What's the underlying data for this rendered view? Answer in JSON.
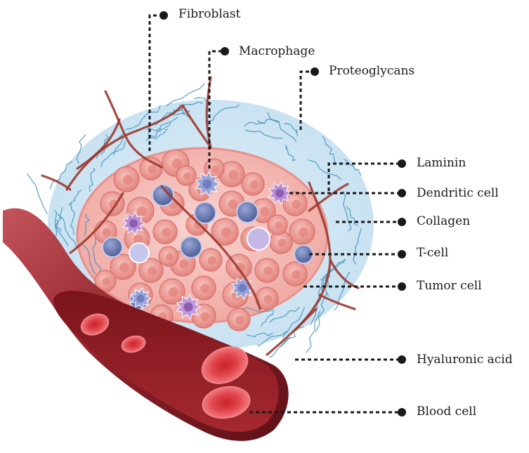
{
  "labels": {
    "fibroblast": "Fibroblast",
    "macrophage": "Macrophage",
    "proteoglycans": "Proteoglycans",
    "laminin": "Laminin",
    "dendritic_cell": "Dendritic cell",
    "collagen": "Collagen",
    "t_cell": "T-cell",
    "tumor_cell": "Tumor cell",
    "hyaluronic_acid": "Hyaluronic acid",
    "blood_cell": "Blood cell"
  },
  "colors": {
    "leader": "#1a1a1a",
    "ecm_halo": "#cfe6f3",
    "tumor_core": "#f4b9b4",
    "tumor_cell": "#e98e88",
    "t_cell": "#6f7fb5",
    "dendritic_cell": "#b98fd6",
    "macrophage": "#8a95cf",
    "vessel_wall": "#7e1d22",
    "vessel_lumen": "#a8242c",
    "blood_cell": "#d8333b",
    "collagen_fiber": "#9c3830",
    "laminin_fiber": "#3d8fb8"
  }
}
